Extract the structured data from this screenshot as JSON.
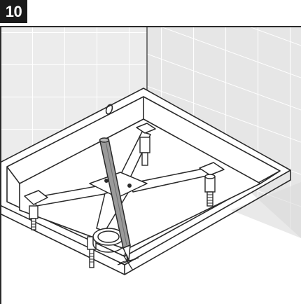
{
  "step": {
    "number": "10"
  },
  "illustration": {
    "subject": "shower-tray-frame-marking",
    "icons": [
      "tiled-wall",
      "shower-tray-rim",
      "cross-support-frame",
      "adjustable-foot",
      "drain-hole",
      "pencil"
    ],
    "colors": {
      "badge_bg": "#1a1a1a",
      "badge_text": "#ffffff",
      "line": "#2a2a2a",
      "tile_fill": "#ececec",
      "tile_line": "#ffffff",
      "pencil_fill": "#9a9a9a"
    }
  }
}
